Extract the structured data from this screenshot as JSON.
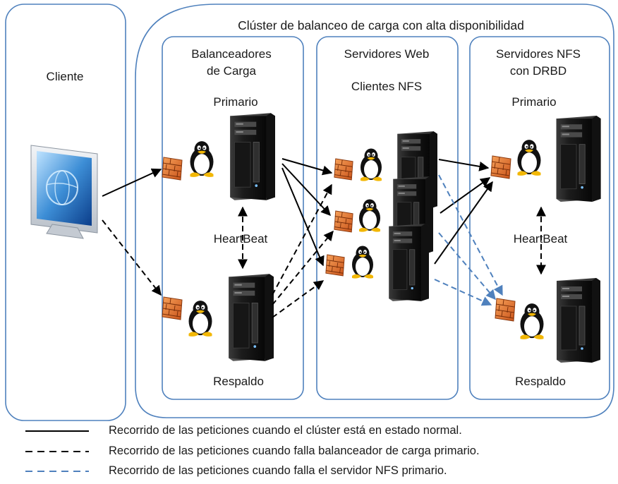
{
  "cluster_title": "Clúster de balanceo de carga con alta disponibilidad",
  "client": {
    "label": "Cliente"
  },
  "load_balancers": {
    "title_line1": "Balanceadores",
    "title_line2": "de Carga",
    "primary": "Primario",
    "heartbeat": "HeartBeat",
    "backup": "Respaldo"
  },
  "web_servers": {
    "title": "Servidores Web",
    "subtitle": "Clientes NFS"
  },
  "nfs_servers": {
    "title_line1": "Servidores NFS",
    "title_line2": "con DRBD",
    "primary": "Primario",
    "heartbeat": "HeartBeat",
    "backup": "Respaldo"
  },
  "legend": [
    {
      "style": "solid",
      "color": "#000000",
      "text": "Recorrido de las peticiones cuando el clúster está en estado normal."
    },
    {
      "style": "dashed",
      "color": "#000000",
      "text": "Recorrido de las peticiones cuando falla balanceador de carga primario."
    },
    {
      "style": "dashed",
      "color": "#4f81bd",
      "text": "Recorrido de las peticiones cuando falla el servidor NFS primario."
    }
  ],
  "colors": {
    "panel_border": "#4f81bd",
    "normal_path": "#000000",
    "lb_failover_path": "#000000",
    "nfs_failover_path": "#4f81bd"
  }
}
